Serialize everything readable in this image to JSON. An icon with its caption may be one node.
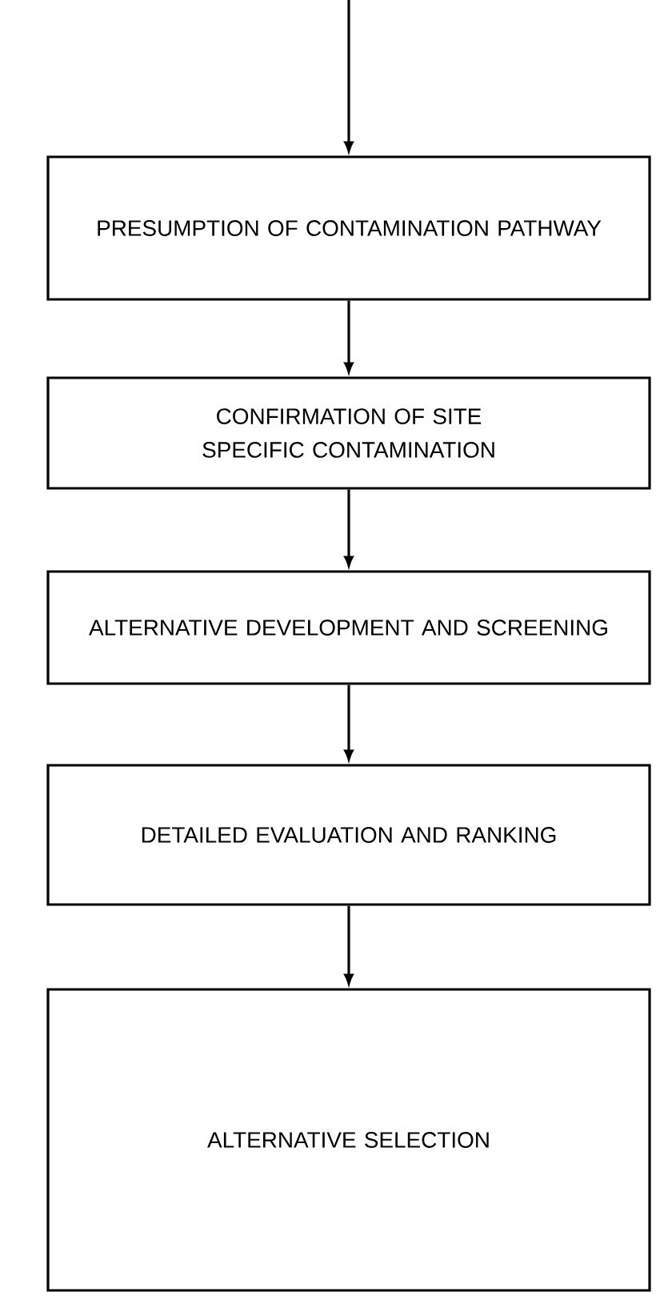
{
  "diagram": {
    "nodes": [
      {
        "text": [
          "PRESUMPTION OF CONTAMINATION PATHWAY"
        ]
      },
      {
        "text": [
          "CONFIRMATION OF SITE SPECIFIC CONTAMINATION"
        ]
      },
      {
        "text": [
          "ALTERNATIVE DEVELOPMENT AND SCREENING"
        ]
      },
      {
        "text": [
          "DETAILED EVALUATION AND RANKING"
        ]
      },
      {
        "text": [
          "ALTERNATIVE SELECTION"
        ]
      }
    ],
    "edges": [
      {
        "from": null,
        "to": 0,
        "arrow": "to"
      },
      {
        "from": 0,
        "to": 1,
        "arrow": "to"
      },
      {
        "from": 1,
        "to": 2,
        "arrow": "to"
      },
      {
        "from": 2,
        "to": 3,
        "arrow": "to"
      },
      {
        "from": 3,
        "to": 4,
        "arrow": "to"
      }
    ]
  }
}
